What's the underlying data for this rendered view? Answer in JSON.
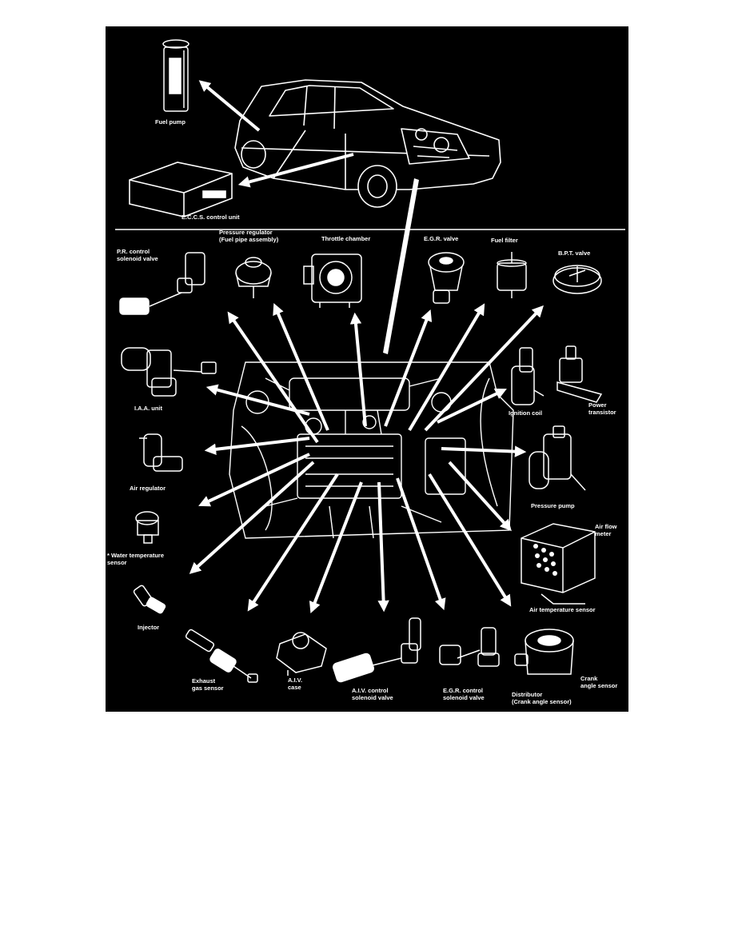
{
  "diagram": {
    "background": "#000000",
    "foreground": "#ffffff",
    "labels": {
      "fuel_pump": "Fuel pump",
      "eccs_control_unit": "E.C.C.S. control unit",
      "pr_control_solenoid": "P.R. control\nsolenoid valve",
      "pressure_regulator": "Pressure regulator\n(Fuel pipe assembly)",
      "throttle_chamber": "Throttle chamber",
      "egr_valve": "E.G.R. valve",
      "fuel_filter": "Fuel filter",
      "bpt_valve": "B.P.T. valve",
      "iaa_unit": "I.A.A. unit",
      "ignition_coil": "Ignition coil",
      "power_transistor": "Power\ntransistor",
      "air_regulator": "Air regulator",
      "pressure_pump": "Pressure pump",
      "air_flow_meter": "Air flow\nmeter",
      "water_temp_sensor": "* Water temperature\nsensor",
      "air_temp_sensor": "Air temperature sensor",
      "injector": "Injector",
      "exhaust_gas_sensor": "Exhaust\ngas sensor",
      "aiv_case": "A.I.V.\ncase",
      "aiv_control_solenoid": "A.I.V. control\nsolenoid valve",
      "egr_control_solenoid": "E.G.R. control\nsolenoid valve",
      "distributor": "Distributor\n(Crank angle sensor)",
      "crank_angle_sensor": "Crank\nangle sensor"
    }
  }
}
